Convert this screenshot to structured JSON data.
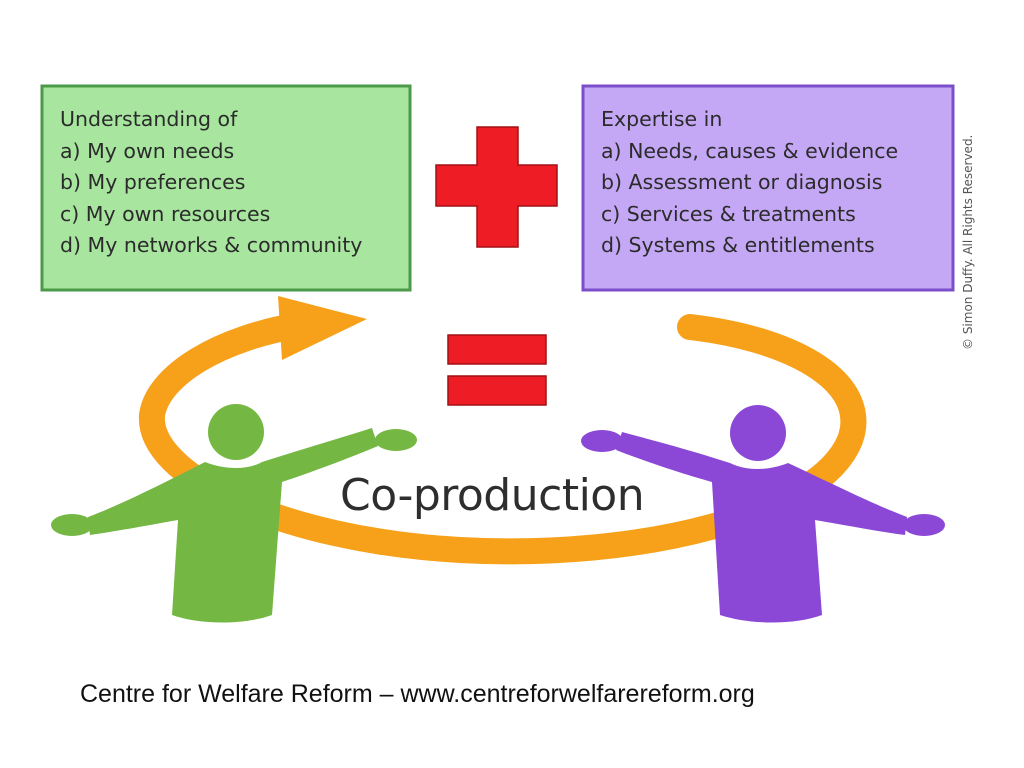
{
  "left_box": {
    "title": "Understanding of",
    "items": [
      "a) My own needs",
      "b) My preferences",
      "c) My own resources",
      "d) My networks & community"
    ],
    "fill": "#a8e6a0",
    "border": "#4a9a4a"
  },
  "right_box": {
    "title": "Expertise in",
    "items": [
      "a) Needs, causes & evidence",
      "b) Assessment or diagnosis",
      "c) Services & treatments",
      "d) Systems & entitlements"
    ],
    "fill": "#c4a8f5",
    "border": "#7a4fc9"
  },
  "plus_color": "#ee1c25",
  "equals_color": "#ee1c25",
  "loop_color": "#f7a11a",
  "green_person_color": "#74b843",
  "purple_person_color": "#8b48d6",
  "center_label": "Co-production",
  "copyright": "© Simon Duffy. All Rights Reserved.",
  "footer": "Centre for Welfare Reform – www.centreforwelfarereform.org"
}
